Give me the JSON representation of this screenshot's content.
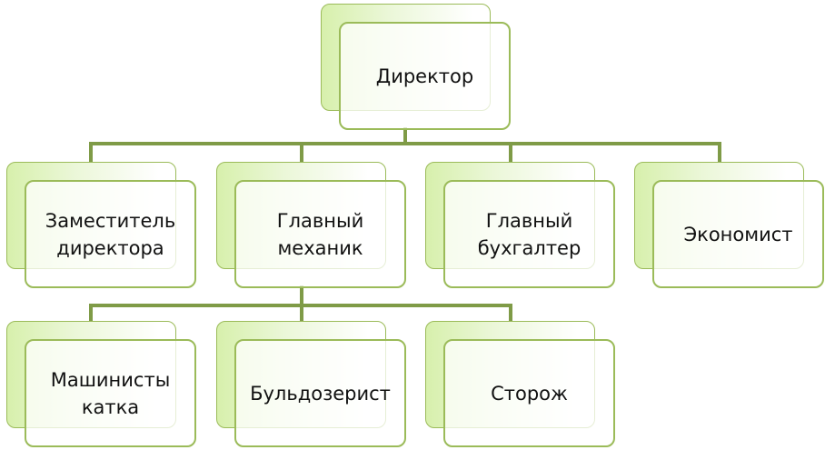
{
  "colors": {
    "connector": "#7f9b47",
    "border": "#9bbb59",
    "fill_gradient_start": "#d7f0ac"
  },
  "nodes": {
    "director": "Директор",
    "deputy": "Заместитель\nдиректора",
    "chief_mechanic": "Главный\nмеханик",
    "chief_accountant": "Главный\nбухгалтер",
    "economist": "Экономист",
    "roller_drivers": "Машинисты\nкатка",
    "bulldozer_operator": "Бульдозерист",
    "watchman": "Сторож"
  }
}
